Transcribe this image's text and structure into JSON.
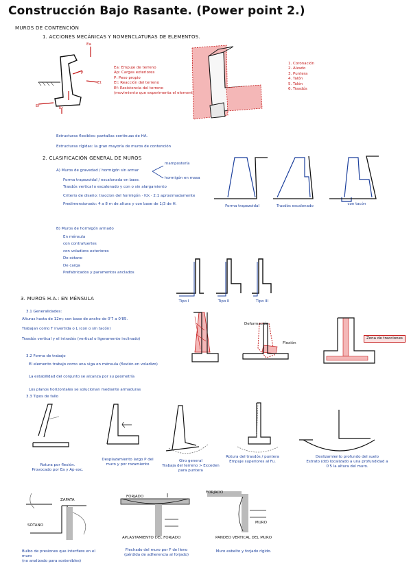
{
  "title": "Construcción Bajo Rasante. (Power point 2.)",
  "subtitle": "MUROS DE CONTENCIÓN",
  "section1": {
    "heading": "1. ACCIONES MECÁNICAS Y NOMENCLATURAS DE ELEMENTOS.",
    "force_labels": {
      "Ea": "Ea",
      "Ep": "Ep",
      "Et": "Et",
      "P": "P",
      "Er": "Er",
      "Ef": "Ef"
    },
    "legend": [
      "Ea: Empuje de terreno",
      "Ap: Cargas exteriores",
      "P: Peso propio",
      "Et: Reacción del terreno",
      "Ef: Resistencia del terreno",
      "(movimiento que experimenta el elemento)"
    ],
    "parts": [
      "1. Coronación",
      "2. Alzado",
      "3. Puntera",
      "4. Talón",
      "5. Talón",
      "6. Trasdós"
    ],
    "bullets": [
      "Estructuras flexibles: pantallas continuas de HA.",
      "Estructuras rígidas: la gran mayoría de muros de contención"
    ]
  },
  "section2": {
    "heading": "2. CLASIFICACIÓN GENERAL DE MUROS",
    "a_heading": "A) Muros de gravedad / hormigón sin armar",
    "a_branch_top": "mampostería",
    "a_branch_bottom": "hormigón en masa",
    "a_items": [
      "Forma trapezoidal / escalonada en base.",
      "Trasdós vertical o escalonado y con o sin alargamiento",
      "Criterio de diseño: traccion del hormigón · fck · 2:1 aproximadamente",
      "Predimensionado: 4 a 8 m de altura y con base de 1/3 de H."
    ],
    "shape_captions": [
      "Forma trapezoidal",
      "Trasdós escalonado",
      "con tacón"
    ],
    "b_heading": "B) Muros de hormigón armado",
    "b_items": [
      "En ménsula",
      "con contrafuertes",
      "con voladizos exteriores",
      "De sótano",
      "De carga",
      "Prefabricados y paramentos anclados"
    ],
    "type_captions": [
      "Tipo I",
      "Tipo II",
      "Tipo III"
    ]
  },
  "section3": {
    "heading": "3. MUROS H.A.: EN MÉNSULA",
    "a_heading": "3.1 Generalidades:",
    "a_items": [
      "Alturas hasta de 12m; con base de ancho de 0'7 a 0'85.",
      "Trabajan como T invertida o L (con o sin tacón)",
      "Trasdós vertical y el intradós (vertical o ligeramente inclinado)"
    ],
    "b_heading": "3.2 Forma de trabajo",
    "b_items": [
      "El elemento trabajo como una viga en ménsula (flexión en voladizo)",
      "La estabilidad del conjunto se alcanza por su geometría",
      "Los planos horizontales se solucionan mediante armaduras"
    ],
    "c_heading": "3.3 Tipos de fallo",
    "diagram_labels": {
      "deformacion": "Deformación",
      "flexion": "Flexión",
      "zona": "Zona de tracciones"
    }
  },
  "failures": {
    "captions": [
      "Rotura por flexión.\nProvocado por Ea y Ap exc.",
      "Desplazamiento largo P del muro y por rozamiento",
      "Giro general\nTrabaja del terreno > Exceden para puntera",
      "Rotura del trasdós / puntera\nEmpuje superiores al Fu.",
      "Deslizamiento profundo del suelo\nEstrato (dd) localizado a una profundidad a 0'5 la altura del muro."
    ],
    "bottom_captions": [
      "Bulbo de presiones que interfiere en el muro\n(no analizado para sostenibles)",
      "Flechado del muro por F de lleno\n(pérdida de adherencia al forjado)",
      "Muro esbelto y forjado rígido."
    ],
    "labels": {
      "zapata": "ZAPATA",
      "sotano": "SÓTANO",
      "forjado": "FORJADO",
      "muro": "MURO",
      "apartamiento": "APLASTAMIENTO DEL FORJADO",
      "pandeo": "PANDEO VERTICAL DEL MURO"
    }
  }
}
